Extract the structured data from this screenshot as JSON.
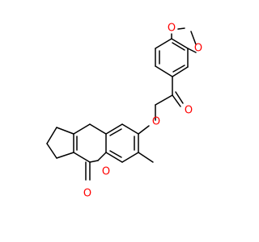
{
  "molecule": {
    "atoms": {
      "o_dioxole_top": "O",
      "o_dioxole_right": "O",
      "o_ketone": "O",
      "o_ether": "O",
      "o_ring": "O",
      "o_lactone": "O"
    }
  },
  "colors": {
    "bond": "#000000",
    "oxygen": "#ff0000",
    "background": "#ffffff"
  }
}
